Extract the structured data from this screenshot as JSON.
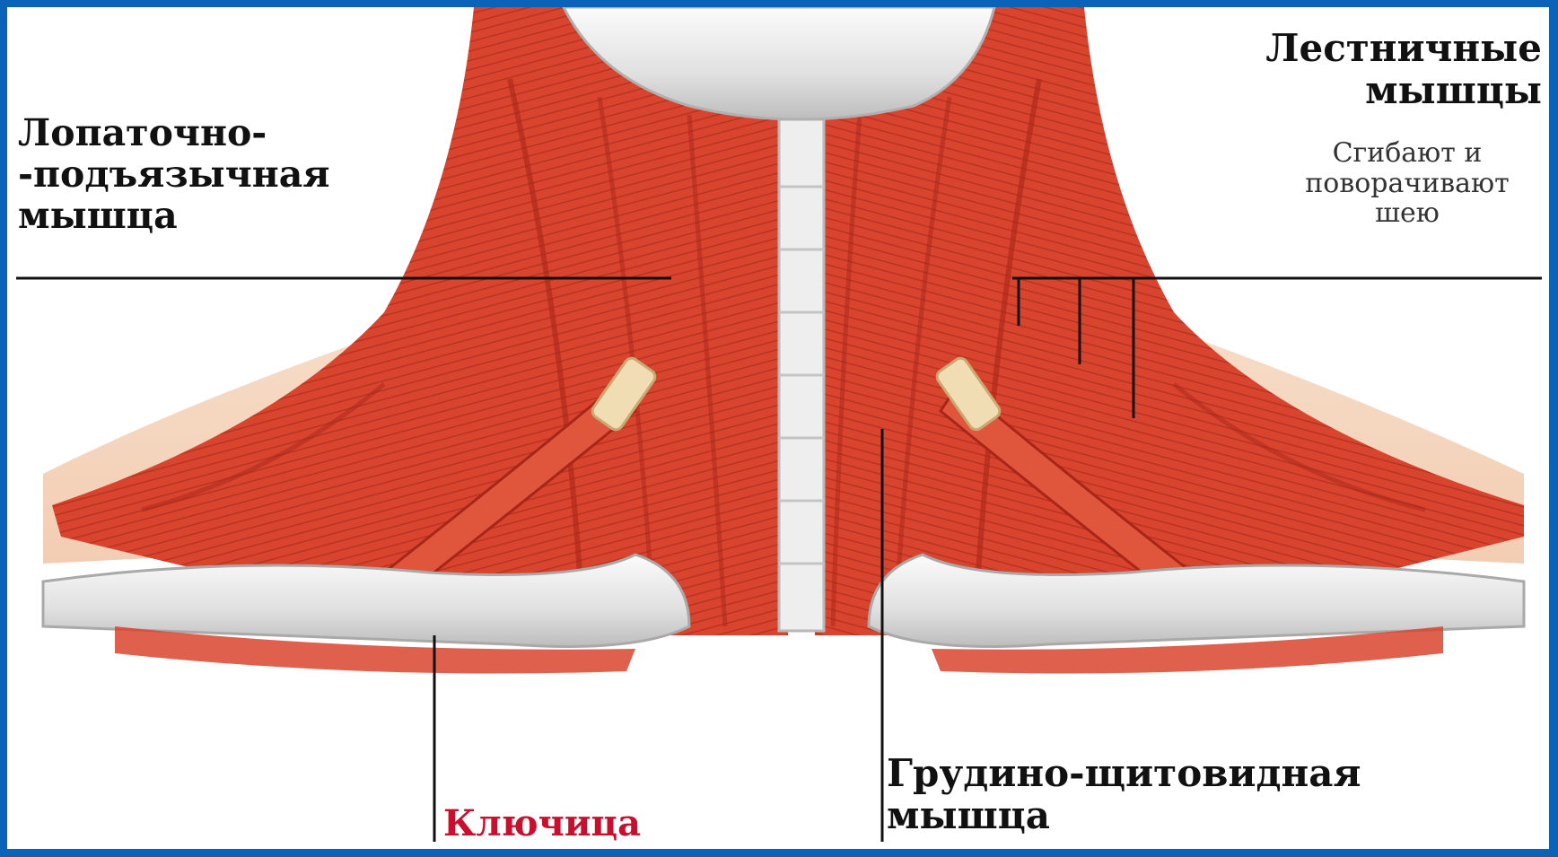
{
  "labels": {
    "omohyoid": {
      "line1": "Лопаточно-",
      "line2": "-подъязычная",
      "line3": "мышца"
    },
    "scalene": {
      "line1": "Лестничные",
      "line2": "мышцы",
      "desc1": "Сгибают и",
      "desc2": "поворачивают",
      "desc3": "шею"
    },
    "clavicle": "Ключица",
    "sternothyroid": {
      "line1": "Грудино-щитовидная",
      "line2": "мышца"
    }
  },
  "colors": {
    "frame": "#0a63b8",
    "muscle": "#d9442e",
    "muscle_dark": "#b52a1c",
    "bone": "#e4e4e4",
    "clavicle_label": "#c8102e",
    "leader_line": "#111111"
  }
}
